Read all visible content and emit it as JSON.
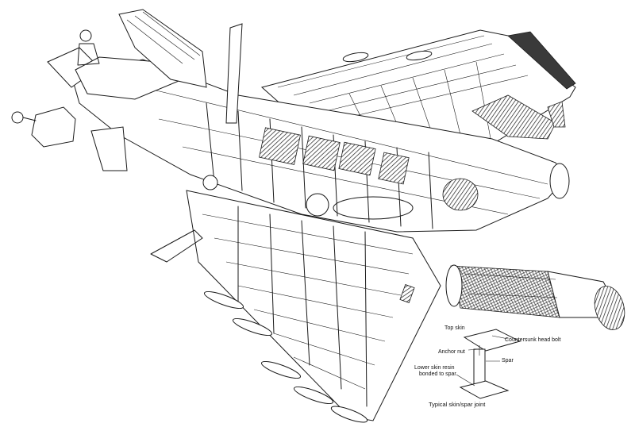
{
  "detail": {
    "labels": {
      "top_skin": "Top skin",
      "countersunk": "Countersunk head bolt",
      "anchor_nut": "Anchor nut",
      "spar": "Spar",
      "lower_skin_line1": "Lower skin resin",
      "lower_skin_line2": "bonded to spar"
    },
    "caption": "Typical skin/spar joint"
  }
}
